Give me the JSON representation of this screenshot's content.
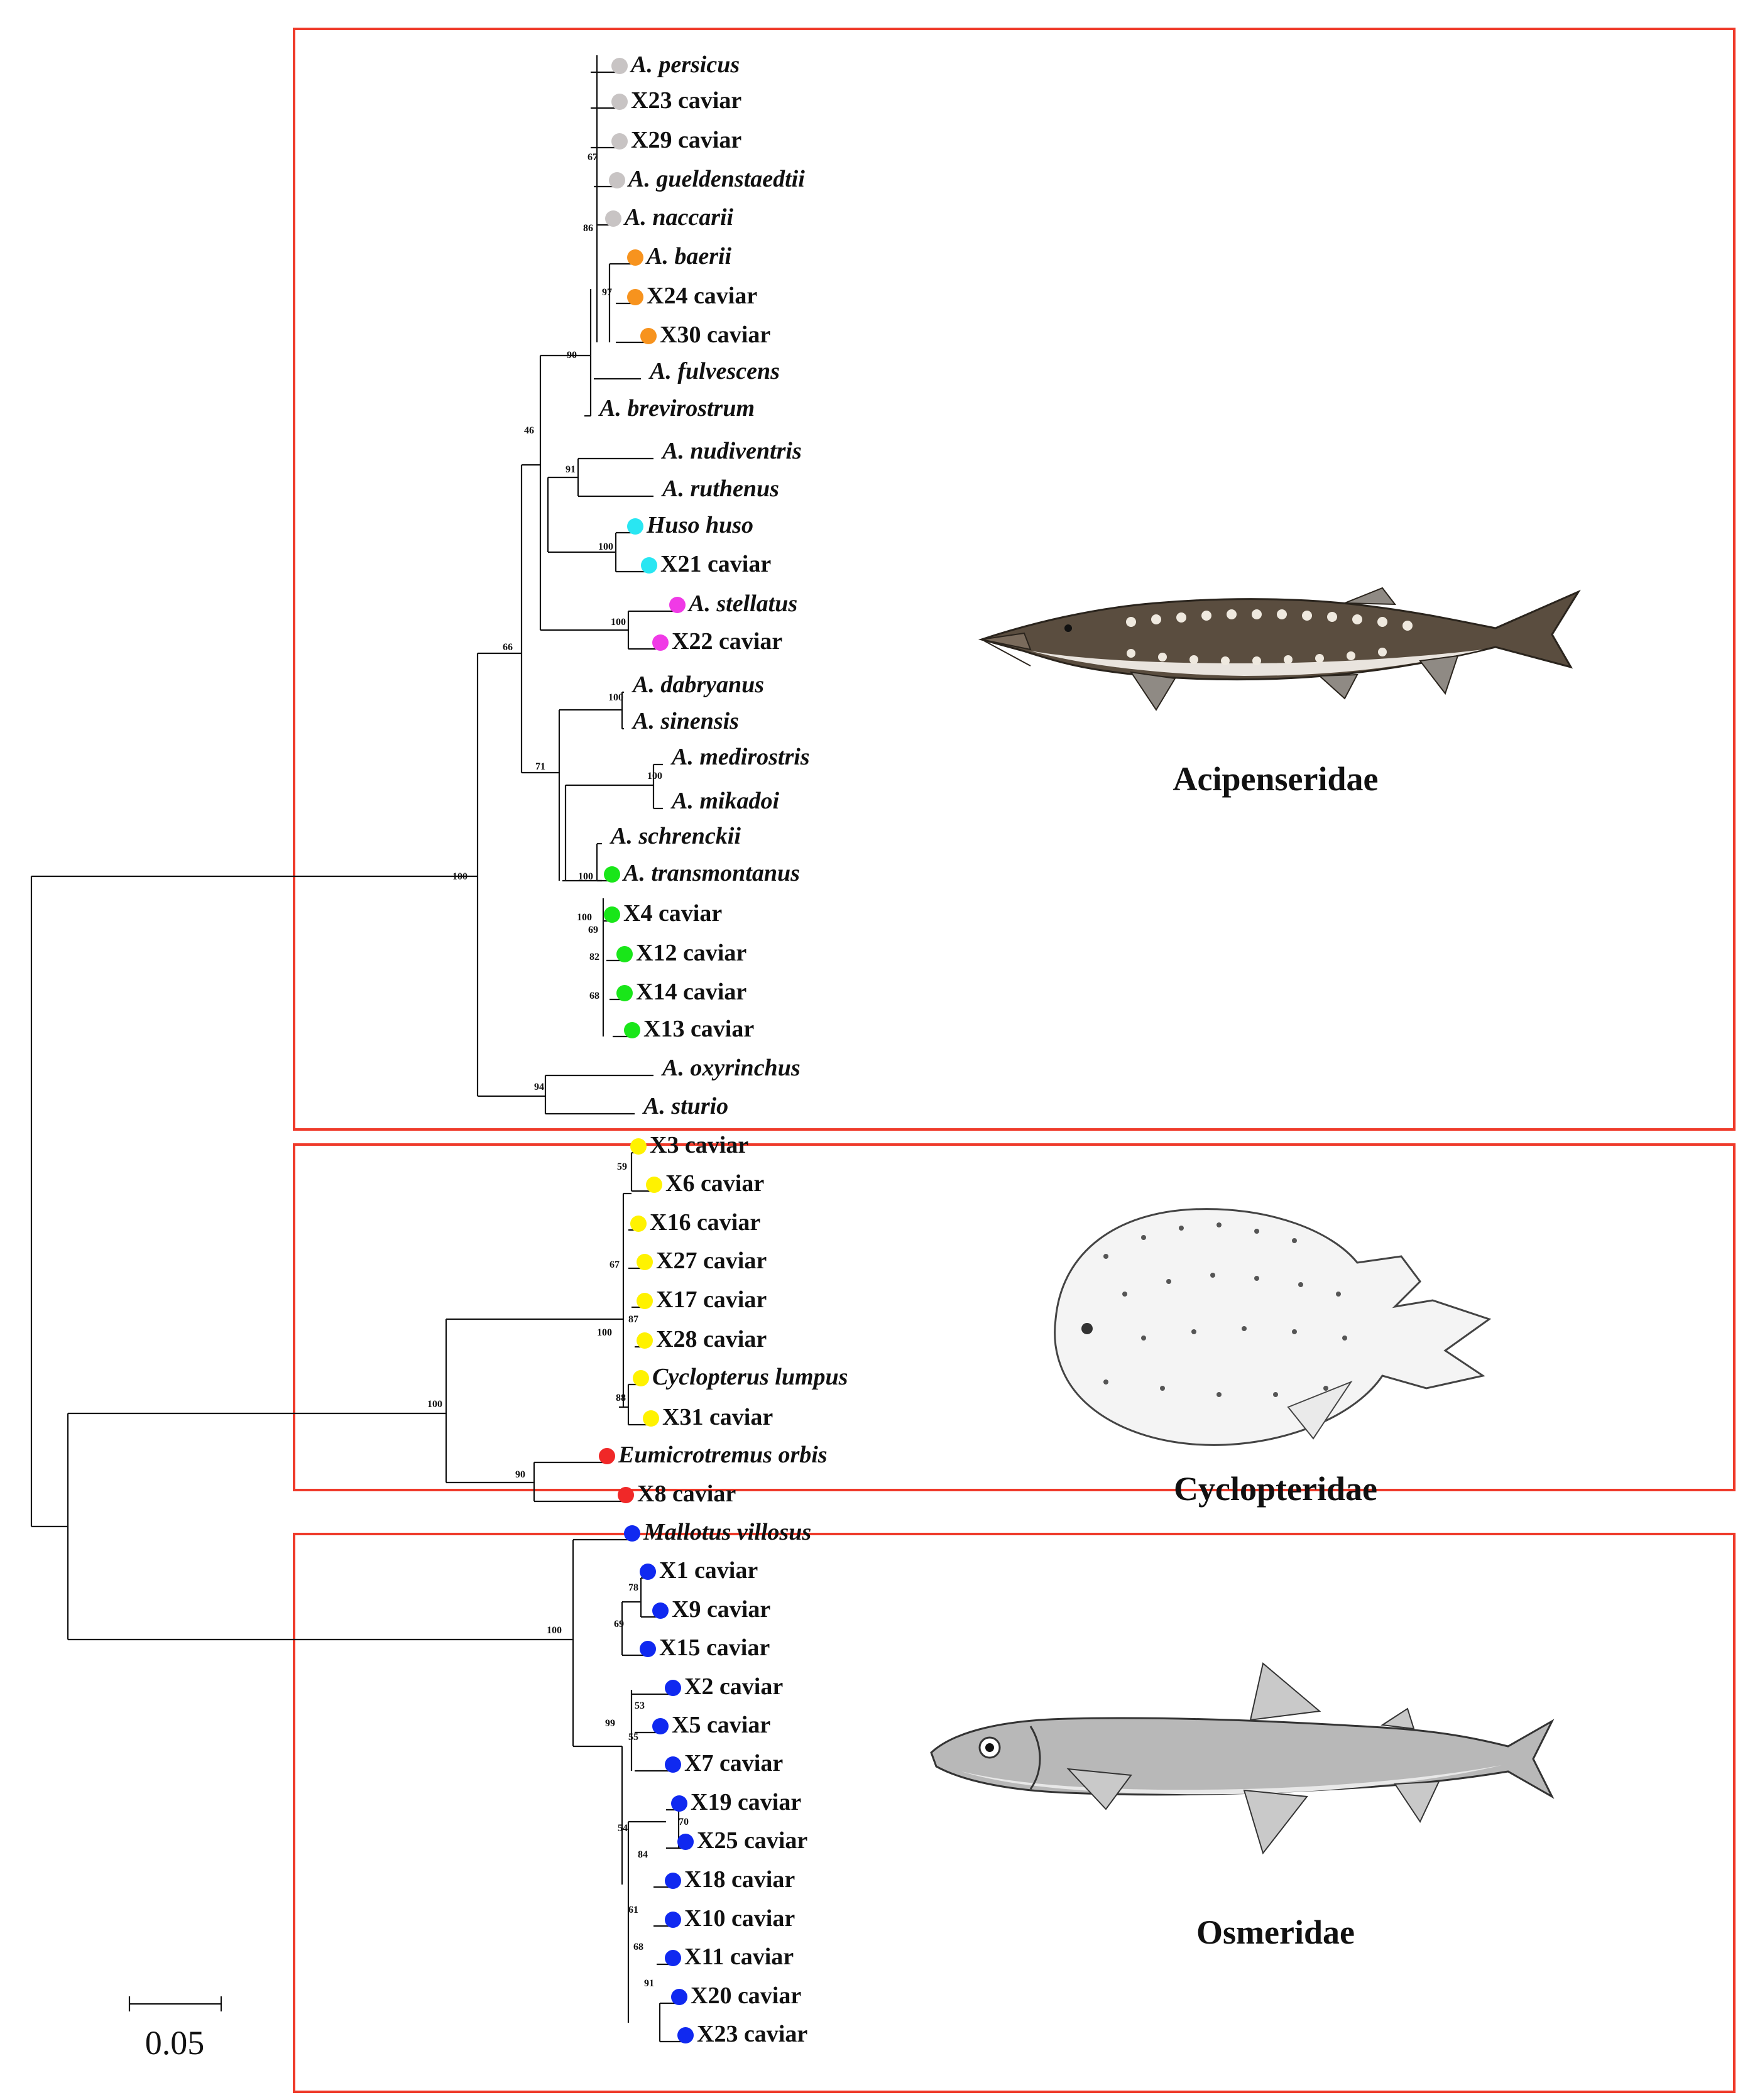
{
  "colors": {
    "gray": "#c8c4c4",
    "orange": "#f7931e",
    "cyan": "#29e6f2",
    "magenta": "#f03ae6",
    "green": "#19e619",
    "yellow": "#fff200",
    "red": "#f02828",
    "blue": "#1029f0",
    "box": "#ef3a2a",
    "line": "#111111"
  },
  "families": [
    {
      "name": "Acipenseridae",
      "illustration": "sturgeon-illustration"
    },
    {
      "name": "Cyclopteridae",
      "illustration": "lumpsucker-illustration"
    },
    {
      "name": "Osmeridae",
      "illustration": "capelin-illustration"
    }
  ],
  "scale_bar": {
    "label": "0.05",
    "value": 0.05
  },
  "tips": [
    {
      "label": "A. persicus",
      "color": "gray"
    },
    {
      "label": "X23 caviar",
      "color": "gray",
      "sample": true
    },
    {
      "label": "X29 caviar",
      "color": "gray",
      "sample": true
    },
    {
      "label": "A. gueldenstaedtii",
      "color": "gray"
    },
    {
      "label": "A. naccarii",
      "color": "gray"
    },
    {
      "label": "A. baerii",
      "color": "orange"
    },
    {
      "label": "X24 caviar",
      "color": "orange",
      "sample": true
    },
    {
      "label": "X30 caviar",
      "color": "orange",
      "sample": true
    },
    {
      "label": "A. fulvescens"
    },
    {
      "label": "A. brevirostrum"
    },
    {
      "label": "A. nudiventris"
    },
    {
      "label": "A. ruthenus"
    },
    {
      "label": "Huso huso",
      "color": "cyan"
    },
    {
      "label": "X21 caviar",
      "color": "cyan",
      "sample": true
    },
    {
      "label": "A. stellatus",
      "color": "magenta"
    },
    {
      "label": "X22 caviar",
      "color": "magenta",
      "sample": true
    },
    {
      "label": "A. dabryanus"
    },
    {
      "label": "A. sinensis"
    },
    {
      "label": "A. medirostris"
    },
    {
      "label": "A. mikadoi"
    },
    {
      "label": "A. schrenckii"
    },
    {
      "label": "A. transmontanus",
      "color": "green"
    },
    {
      "label": "X4 caviar",
      "color": "green",
      "sample": true
    },
    {
      "label": "X12 caviar",
      "color": "green",
      "sample": true
    },
    {
      "label": "X14 caviar",
      "color": "green",
      "sample": true
    },
    {
      "label": "X13 caviar",
      "color": "green",
      "sample": true
    },
    {
      "label": "A. oxyrinchus"
    },
    {
      "label": "A. sturio"
    },
    {
      "label": "X3 caviar",
      "color": "yellow",
      "sample": true
    },
    {
      "label": "X6 caviar",
      "color": "yellow",
      "sample": true
    },
    {
      "label": "X16 caviar",
      "color": "yellow",
      "sample": true
    },
    {
      "label": "X27 caviar",
      "color": "yellow",
      "sample": true
    },
    {
      "label": "X17 caviar",
      "color": "yellow",
      "sample": true
    },
    {
      "label": "X28 caviar",
      "color": "yellow",
      "sample": true
    },
    {
      "label": "Cyclopterus lumpus",
      "color": "yellow"
    },
    {
      "label": "X31 caviar",
      "color": "yellow",
      "sample": true
    },
    {
      "label": "Eumicrotremus orbis",
      "color": "red"
    },
    {
      "label": "X8 caviar",
      "color": "red",
      "sample": true
    },
    {
      "label": "Mallotus villosus",
      "color": "blue"
    },
    {
      "label": "X1 caviar",
      "color": "blue",
      "sample": true
    },
    {
      "label": "X9 caviar",
      "color": "blue",
      "sample": true
    },
    {
      "label": "X15 caviar",
      "color": "blue",
      "sample": true
    },
    {
      "label": "X2 caviar",
      "color": "blue",
      "sample": true
    },
    {
      "label": "X5 caviar",
      "color": "blue",
      "sample": true
    },
    {
      "label": "X7 caviar",
      "color": "blue",
      "sample": true
    },
    {
      "label": "X19 caviar",
      "color": "blue",
      "sample": true
    },
    {
      "label": "X25 caviar",
      "color": "blue",
      "sample": true
    },
    {
      "label": "X18 caviar",
      "color": "blue",
      "sample": true
    },
    {
      "label": "X10 caviar",
      "color": "blue",
      "sample": true
    },
    {
      "label": "X11 caviar",
      "color": "blue",
      "sample": true
    },
    {
      "label": "X20 caviar",
      "color": "blue",
      "sample": true
    },
    {
      "label": "X23 caviar",
      "color": "blue",
      "sample": true
    }
  ],
  "bootstraps": [
    "67",
    "86",
    "97",
    "90",
    "46",
    "91",
    "100",
    "100",
    "66",
    "100",
    "71",
    "100",
    "100",
    "100",
    "69",
    "82",
    "68",
    "94",
    "59",
    "67",
    "87",
    "100",
    "88",
    "100",
    "90",
    "78",
    "69",
    "100",
    "53",
    "55",
    "99",
    "70",
    "54",
    "84",
    "61",
    "68",
    "91",
    "100"
  ]
}
